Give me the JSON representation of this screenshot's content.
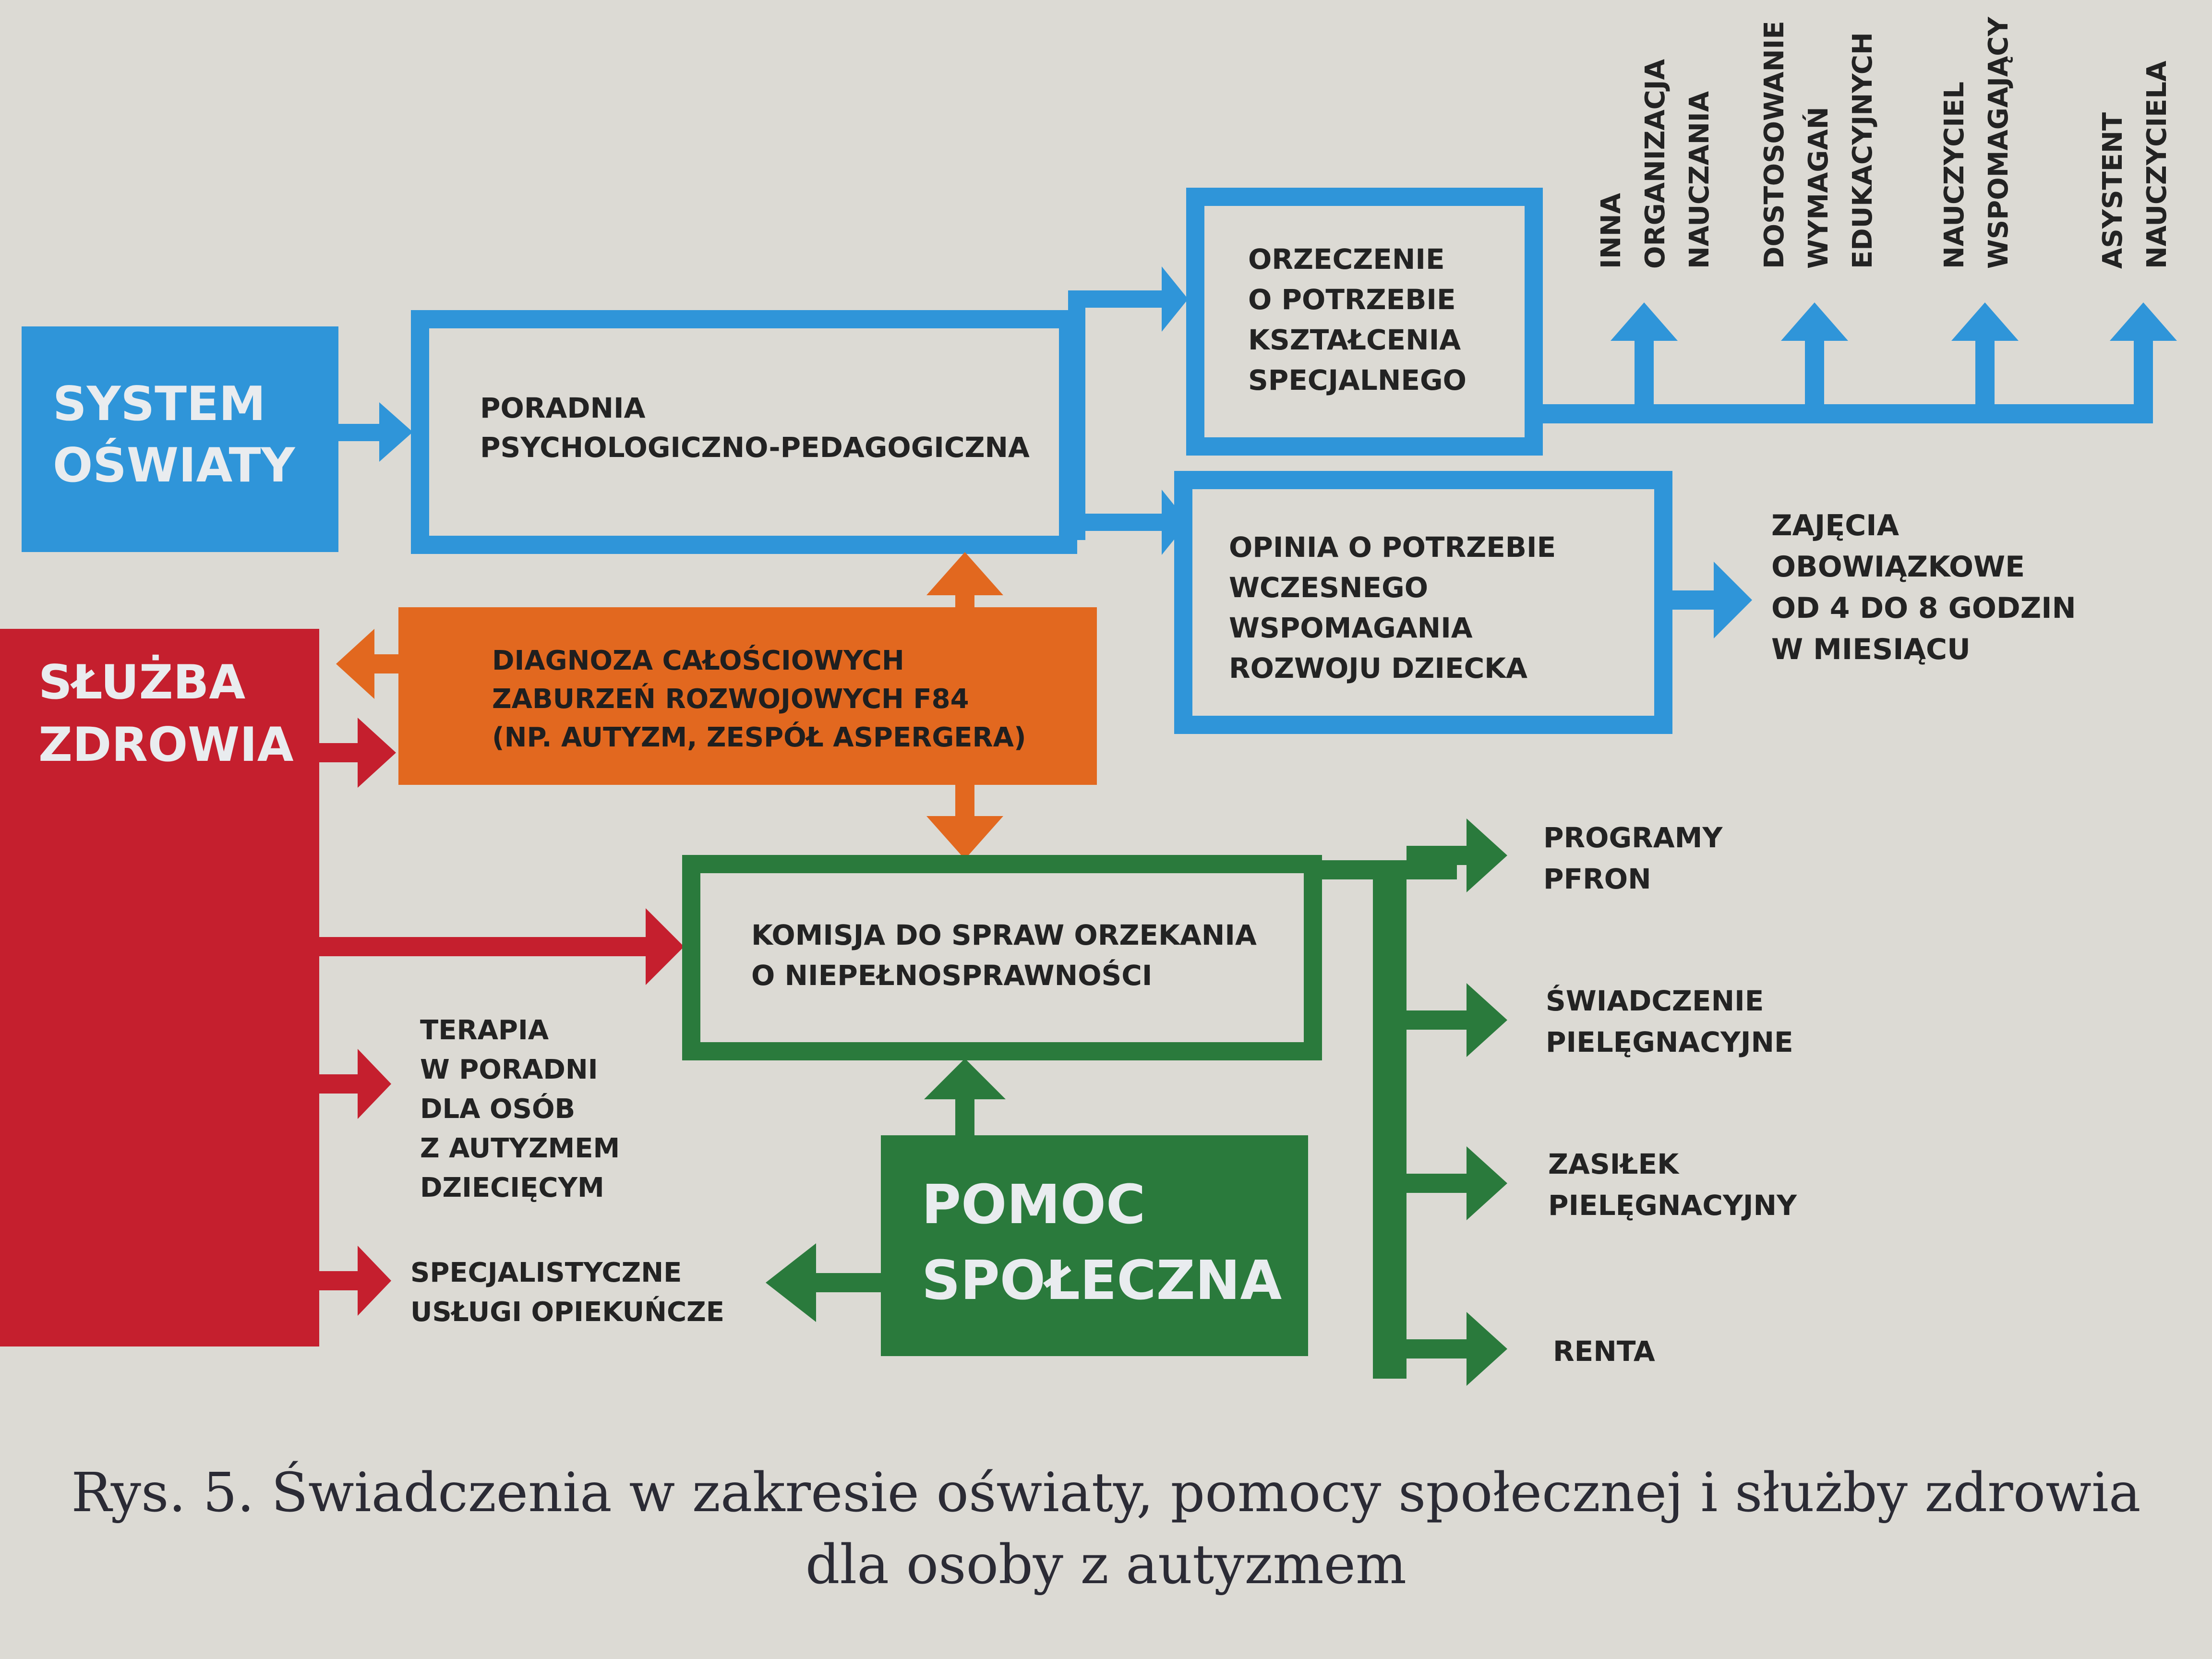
{
  "colors": {
    "blue": "#2f95d9",
    "red": "#c51f2e",
    "orange": "#e2681f",
    "green": "#2a7a3c",
    "background": "#dcdad4",
    "label_text": "#e9ecef",
    "text": "#232323"
  },
  "boxes": {
    "system_oswiaty": [
      "SYSTEM",
      "OŚWIATY"
    ],
    "poradnia": [
      "PORADNIA",
      "PSYCHOLOGICZNO-PEDAGOGICZNA"
    ],
    "orzeczenie": [
      "ORZECZENIE",
      "O POTRZEBIE",
      "KSZTAŁCENIA",
      "SPECJALNEGO"
    ],
    "opinia": [
      "OPINIA O POTRZEBIE",
      "WCZESNEGO",
      "WSPOMAGANIA",
      "ROZWOJU DZIECKA"
    ],
    "zajecia": [
      "ZAJĘCIA",
      "OBOWIĄZKOWE",
      "OD 4 DO 8 GODZIN",
      "W MIESIĄCU"
    ],
    "sluzba_zdrowia": [
      "SŁUŻBA",
      "ZDROWIA"
    ],
    "diagnoza": [
      "DIAGNOZA CAŁOŚCIOWYCH",
      "ZABURZEŃ ROZWOJOWYCH F84",
      "(NP. AUTYZM, ZESPÓŁ ASPERGERA)"
    ],
    "komisja": [
      "KOMISJA DO SPRAW ORZEKANIA",
      "O NIEPEŁNOSPRAWNOŚCI"
    ],
    "terapia": [
      "TERAPIA",
      "W PORADNI",
      "DLA OSÓB",
      "Z AUTYZMEM",
      "DZIECIĘCYM"
    ],
    "specjalistyczne": [
      "SPECJALISTYCZNE",
      "USŁUGI OPIEKUŃCZE"
    ],
    "pomoc_spoleczna": [
      "POMOC",
      "SPOŁECZNA"
    ]
  },
  "vertical_labels": {
    "inna": [
      "INNA",
      "ORGANIZACJA",
      "NAUCZANIA"
    ],
    "dostosowanie": [
      "DOSTOSOWANIE",
      "WYMAGAŃ",
      "EDUKACYJNYCH"
    ],
    "nauczyciel": [
      "NAUCZYCIEL",
      "WSPOMAGAJĄCY"
    ],
    "asystent": [
      "ASYSTENT",
      "NAUCZYCIELA"
    ]
  },
  "benefits": {
    "programy": [
      "PROGRAMY",
      "PFRON"
    ],
    "swiadczenie": [
      "ŚWIADCZENIE",
      "PIELĘGNACYJNE"
    ],
    "zasilek": [
      "ZASIŁEK",
      "PIELĘGNACYJNY"
    ],
    "renta": [
      "RENTA"
    ]
  },
  "caption": {
    "line1": "Rys. 5. Świadczenia w zakresie oświaty, pomocy społecznej i służby zdrowia",
    "line2": "dla osoby z autyzmem"
  }
}
